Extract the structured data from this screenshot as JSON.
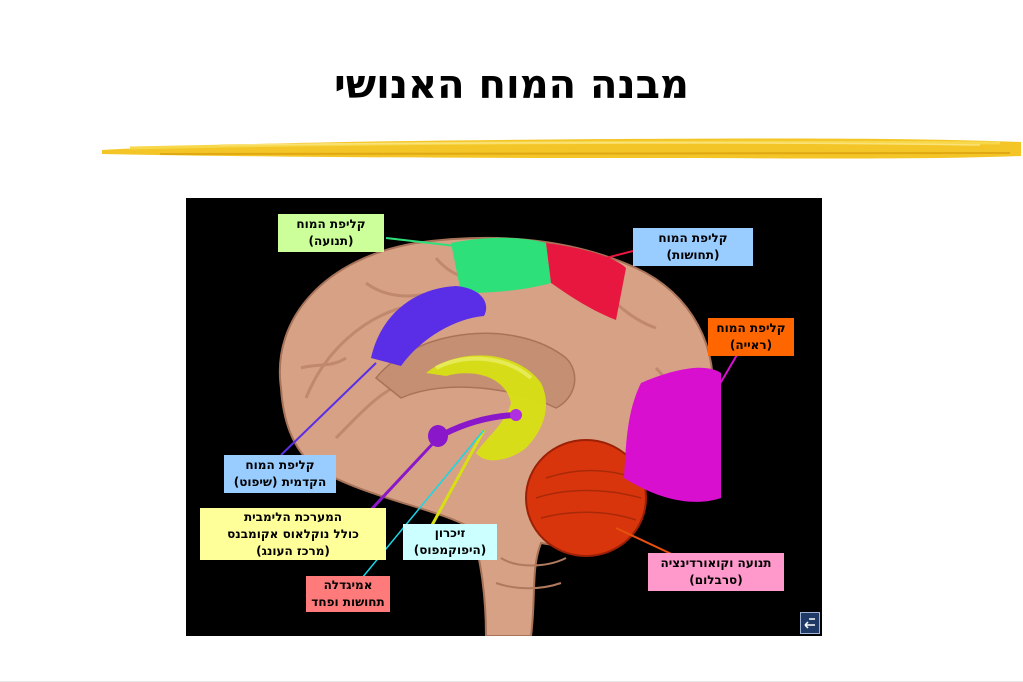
{
  "title": "מבנה המוח האנושי",
  "labels": {
    "motor": "קליפת המוח\n(תנועה)",
    "sensory": "קליפת המוח\n(תחושות)",
    "visual": "קליפת המוח\n(ראייה)",
    "prefrontal": "קליפת המוח\nהקדמית (שיפוט)",
    "limbic": "המערכת הלימבית\nכולל נוקלאוס אקומבנס\n(מרכז העונג)",
    "memory": "זיכרון\n(היפוקמפוס)",
    "amygdala": "אמיגדלה\nתחושות ופחד",
    "cerebellum": "תנועה  וקואורדינציה\n(סרבלום)"
  },
  "colors": {
    "motor_region": "#2ee07a",
    "sensory_region": "#e8173f",
    "visual_region": "#d90fd0",
    "prefrontal_region": "#5a2ee6",
    "limbic_region": "#8a17c9",
    "hippocampus_region": "#d8e014",
    "cerebellum_region": "#d9350c",
    "brain": "#d6a185",
    "motor_label_bg": "#ccff99",
    "sensory_label_bg": "#99ccff",
    "visual_label_bg": "#ff6600",
    "prefrontal_label_bg": "#99ccff",
    "limbic_label_bg": "#ffff99",
    "memory_label_bg": "#ccffff",
    "amygdala_label_bg": "#ff7a7a",
    "cerebellum_label_bg": "#ff99cc"
  },
  "icons": {
    "corner": "return-icon"
  }
}
